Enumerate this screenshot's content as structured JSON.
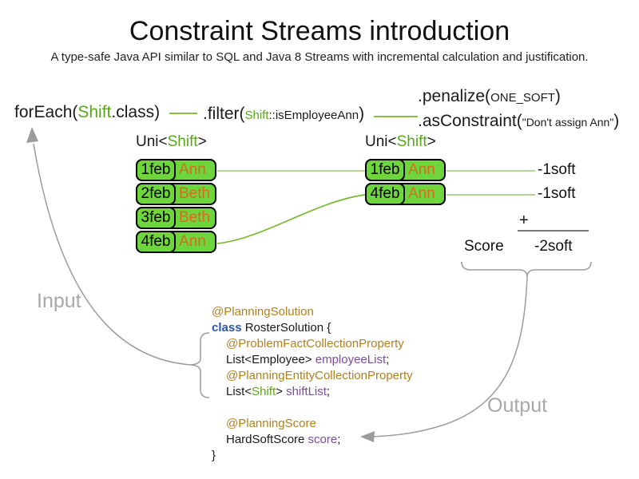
{
  "title": "Constraint Streams introduction",
  "subtitle": "A type-safe Java API similar to SQL and Java 8 Streams with incremental calculation and justification.",
  "pipeline": {
    "foreach": {
      "prefix": "forEach(",
      "class_name": "Shift",
      "suffix": ".class)"
    },
    "filter": {
      "prefix": ".filter(",
      "arg_class": "Shift",
      "arg_rest": "::isEmployeeAnn",
      "suffix": ")"
    },
    "penalize": {
      "prefix": ".penalize(",
      "arg": "ONE_SOFT",
      "suffix": ")"
    },
    "as_constraint": {
      "prefix": ".asConstraint(",
      "arg": "\"Don't assign Ann\"",
      "suffix": ")"
    }
  },
  "streams": {
    "left": {
      "type_label": {
        "prefix": "Uni<",
        "class_name": "Shift",
        "suffix": ">"
      },
      "rows": [
        {
          "date": "1feb",
          "employee": "Ann"
        },
        {
          "date": "2feb",
          "employee": "Beth"
        },
        {
          "date": "3feb",
          "employee": "Beth"
        },
        {
          "date": "4feb",
          "employee": "Ann"
        }
      ]
    },
    "right": {
      "type_label": {
        "prefix": "Uni<",
        "class_name": "Shift",
        "suffix": ">"
      },
      "rows": [
        {
          "date": "1feb",
          "employee": "Ann"
        },
        {
          "date": "4feb",
          "employee": "Ann"
        }
      ],
      "penalties": [
        "-1soft",
        "-1soft"
      ]
    }
  },
  "score_panel": {
    "plus": "+",
    "label": "Score",
    "value": "-2soft"
  },
  "labels": {
    "input": "Input",
    "output": "Output"
  },
  "code": {
    "lines": [
      {
        "text": "@PlanningSolution"
      },
      {
        "keyword": "class",
        "rest": " RosterSolution {"
      },
      {
        "text": "@ProblemFactCollectionProperty"
      },
      {
        "type": "List<Employee> ",
        "name": "employeeList",
        "semi": ";"
      },
      {
        "text": "@PlanningEntityCollectionProperty"
      },
      {
        "type_open": "List<",
        "class_name": "Shift",
        "type_close": "> ",
        "name": "shiftList",
        "semi": ";"
      },
      {
        "text": ""
      },
      {
        "text": "@PlanningScore"
      },
      {
        "type": "HardSoftScore ",
        "name": "score",
        "semi": ";"
      },
      {
        "text": "}"
      }
    ]
  },
  "colors": {
    "accent_green": "#58a618",
    "box_green": "#6fd53c",
    "employee_orange": "#d96b20",
    "connector_green": "#76b82e",
    "connector_light_green": "#a9cf82",
    "annotation_gold": "#b08021",
    "keyword_blue": "#2a56a8",
    "field_purple": "#7d4ba0",
    "muted_gray": "#9c9c9c"
  }
}
